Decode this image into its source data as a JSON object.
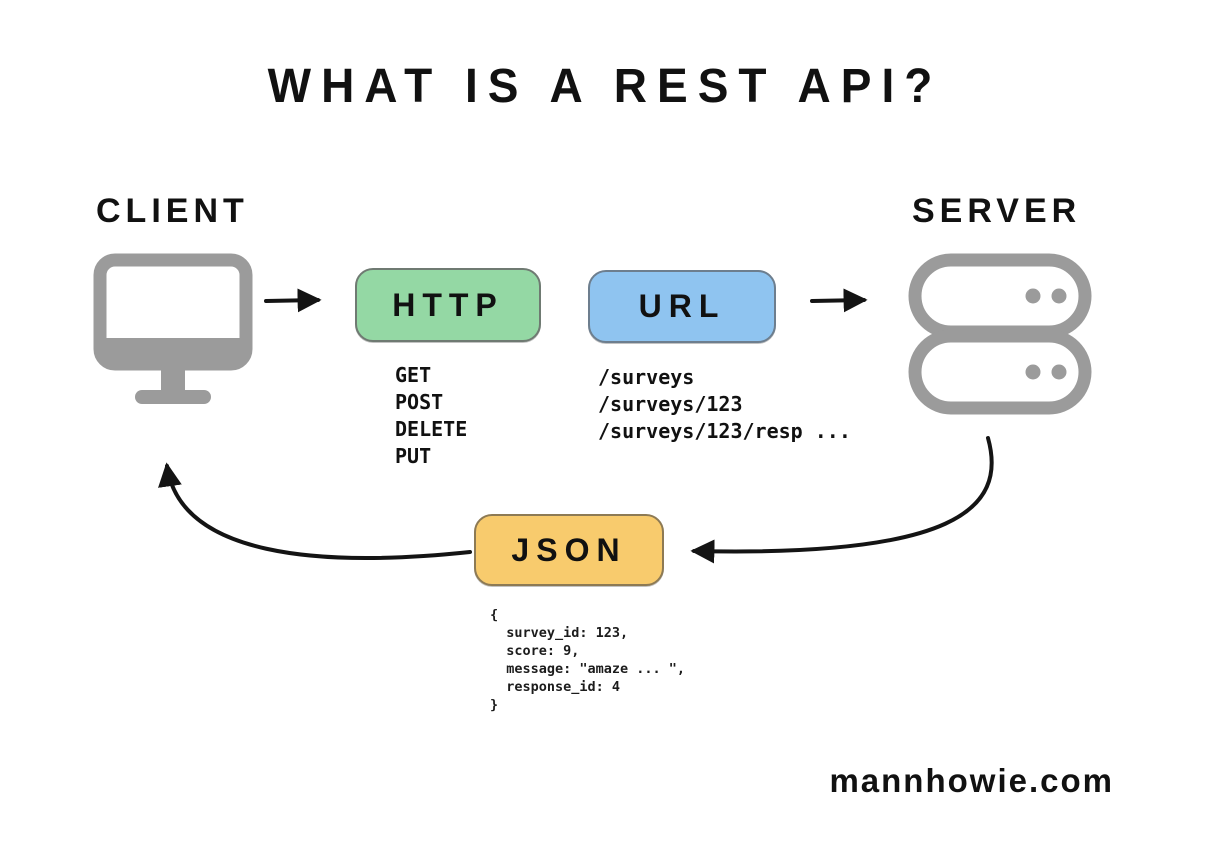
{
  "title": "WHAT IS A REST API?",
  "client": {
    "label": "CLIENT",
    "icon": "monitor-icon"
  },
  "server": {
    "label": "SERVER",
    "icon": "server-stack-icon"
  },
  "http": {
    "label": "HTTP",
    "color": "#94d8a4",
    "methods": [
      "GET",
      "POST",
      "DELETE",
      "PUT"
    ]
  },
  "url": {
    "label": "URL",
    "color": "#8fc4f0",
    "paths": [
      "/surveys",
      "/surveys/123",
      "/surveys/123/resp ..."
    ]
  },
  "json": {
    "label": "JSON",
    "color": "#f8cb6d",
    "code": {
      "lines": [
        "{",
        "  survey_id: 123,",
        "  score: 9,",
        "  message: \"amaze ... \",",
        "  response_id: 4",
        "}"
      ]
    }
  },
  "footer": {
    "watermark": "mannhowie.com"
  },
  "colors": {
    "icon_gray": "#9b9b9b",
    "arrow": "#141414"
  }
}
